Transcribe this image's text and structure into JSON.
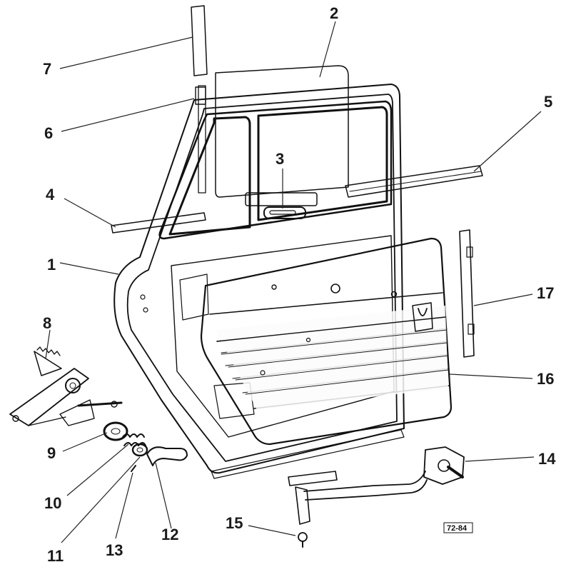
{
  "diagram": {
    "type": "exploded-parts-view",
    "callouts": [
      {
        "num": "1"
      },
      {
        "num": "2"
      },
      {
        "num": "3"
      },
      {
        "num": "4"
      },
      {
        "num": "5"
      },
      {
        "num": "6"
      },
      {
        "num": "7"
      },
      {
        "num": "8"
      },
      {
        "num": "9"
      },
      {
        "num": "10"
      },
      {
        "num": "11"
      },
      {
        "num": "12"
      },
      {
        "num": "13"
      },
      {
        "num": "14"
      },
      {
        "num": "15"
      },
      {
        "num": "16"
      },
      {
        "num": "17"
      }
    ],
    "drawing_tag": "72-84"
  }
}
